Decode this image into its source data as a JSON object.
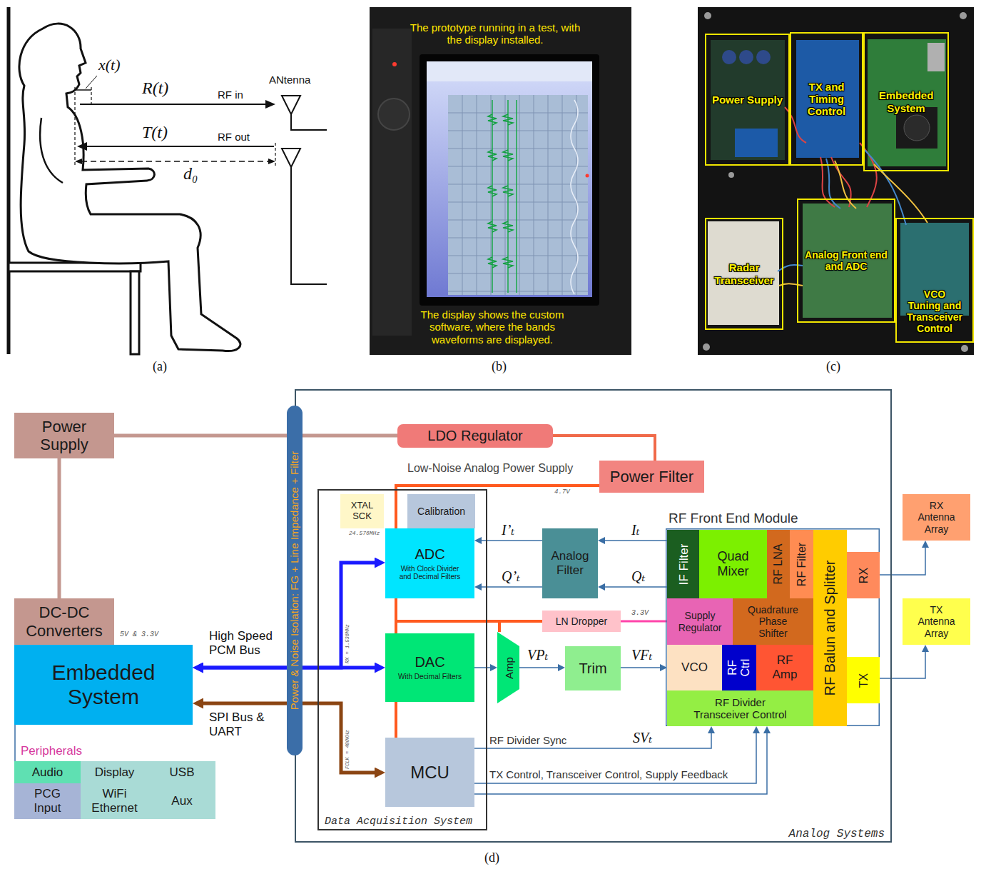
{
  "diagram": {
    "nodes": [
      {
        "text": [
          "Power Supply"
        ]
      },
      {
        "text": [
          "TX and Timing Control"
        ]
      },
      {
        "text": [
          "Embedded System"
        ]
      },
      {
        "text": [
          "Radar Transceiver"
        ]
      },
      {
        "text": [
          "Analog Front end and ADC"
        ]
      },
      {
        "text": [
          "VCO Tuning and Transceiver Control"
        ]
      },
      {
        "text": [
          "Power Supply"
        ]
      },
      {
        "text": [
          "DC-DC Converters"
        ]
      },
      {
        "text": [
          "Embedded System"
        ]
      },
      {
        "text": [
          "Audio"
        ]
      },
      {
        "text": [
          "Display"
        ]
      },
      {
        "text": [
          "USB"
        ]
      },
      {
        "text": [
          "PCG Input"
        ]
      },
      {
        "text": [
          "WiFi Ethernet"
        ]
      },
      {
        "text": [
          "Aux"
        ]
      },
      {
        "text": [
          "Power & Noise Isolation: FG + Line Impedance + Filter"
        ]
      },
      {
        "text": [
          "Analog Systems"
        ]
      },
      {
        "text": [
          "LDO Regulator"
        ],
        "in": 16
      },
      {
        "text": [
          "Power Filter"
        ],
        "in": 16
      },
      {
        "text": [
          "Data Acquisition System"
        ],
        "in": 16
      },
      {
        "text": [
          "XTAL SCK"
        ],
        "in": 19
      },
      {
        "text": [
          "Calibration"
        ],
        "in": 19
      },
      {
        "text": [
          "ADC",
          "With Clock Divider and Decimal Filters"
        ],
        "in": 19
      },
      {
        "text": [
          "DAC",
          "With Decimal Filters"
        ],
        "in": 19
      },
      {
        "text": [
          "MCU"
        ],
        "in": 19
      },
      {
        "text": [
          "Analog Filter"
        ],
        "in": 16
      },
      {
        "text": [
          "LN Dropper"
        ],
        "in": 16
      },
      {
        "text": [
          "Amp"
        ],
        "in": 16
      },
      {
        "text": [
          "Trim"
        ],
        "in": 16
      },
      {
        "text": [
          "RF Front End Module"
        ],
        "in": 16
      },
      {
        "text": [
          "IF Filter"
        ],
        "in": 29
      },
      {
        "text": [
          "Quad Mixer"
        ],
        "in": 29
      },
      {
        "text": [
          "RF LNA"
        ],
        "in": 29
      },
      {
        "text": [
          "RF Filter"
        ],
        "in": 29
      },
      {
        "text": [
          "RF Balun and Splitter"
        ],
        "in": 29
      },
      {
        "text": [
          "RX"
        ],
        "in": 29
      },
      {
        "text": [
          "Supply Regulator"
        ],
        "in": 29
      },
      {
        "text": [
          "Quadrature Phase Shifter"
        ],
        "in": 29
      },
      {
        "text": [
          "VCO"
        ],
        "in": 29
      },
      {
        "text": [
          "RF Ctrl"
        ],
        "in": 29
      },
      {
        "text": [
          "RF Amp"
        ],
        "in": 29
      },
      {
        "text": [
          "RF Divider Transceiver Control"
        ],
        "in": 29
      },
      {
        "text": [
          "TX"
        ],
        "in": 29
      },
      {
        "text": [
          "RX Antenna Array"
        ]
      },
      {
        "text": [
          "TX Antenna Array"
        ]
      }
    ],
    "edges": [
      {
        "from": 6,
        "to": 17,
        "arrow": "none"
      },
      {
        "from": 6,
        "to": 7,
        "arrow": "none"
      },
      {
        "from": 17,
        "to": 18,
        "arrow": "none"
      },
      {
        "from": 18,
        "to": 22,
        "arrow": "none",
        "label": "Low-Noise Analog Power Supply"
      },
      {
        "from": 18,
        "to": 23,
        "arrow": "none"
      },
      {
        "from": 18,
        "to": 24,
        "arrow": "none"
      },
      {
        "from": 18,
        "to": 26,
        "arrow": "none"
      },
      {
        "from": 18,
        "to": 27,
        "arrow": "none"
      },
      {
        "from": 26,
        "to": 36,
        "arrow": "none"
      },
      {
        "from": 8,
        "to": 22,
        "arrow": "both"
      },
      {
        "from": 8,
        "to": 23,
        "arrow": "both",
        "label": "High Speed PCM Bus"
      },
      {
        "from": 8,
        "to": 24,
        "arrow": "both",
        "label": "SPI Bus & UART"
      },
      {
        "from": 30,
        "to": 25,
        "arrow": "to",
        "label": "Iₜ"
      },
      {
        "from": 30,
        "to": 25,
        "arrow": "to",
        "label": "Qₜ"
      },
      {
        "from": 25,
        "to": 22,
        "arrow": "to",
        "label": "I’ₜ"
      },
      {
        "from": 25,
        "to": 22,
        "arrow": "to",
        "label": "Q’ₜ"
      },
      {
        "from": 23,
        "to": 27,
        "arrow": "to"
      },
      {
        "from": 27,
        "to": 28,
        "arrow": "to",
        "label": "VPₜ"
      },
      {
        "from": 28,
        "to": 38,
        "arrow": "to",
        "label": "VFₜ"
      },
      {
        "from": 24,
        "to": 41,
        "arrow": "to",
        "label": "RF Divider Sync"
      },
      {
        "from": 24,
        "to": 41,
        "arrow": "to",
        "label": "TX Control, Transceiver Control, Supply Feedback"
      },
      {
        "from": 24,
        "to": 41,
        "arrow": "to"
      },
      {
        "from": 35,
        "to": 43,
        "arrow": "to"
      },
      {
        "from": 42,
        "to": 44,
        "arrow": "to"
      }
    ],
    "labels": [
      "x(t)",
      "R(t)",
      "RF in",
      "ANtenna",
      "T(t)",
      "RF out",
      "d₀",
      "(a)",
      "The prototype running in a test, with the display installed.",
      "The display shows the custom software, where the bands waveforms are displayed.",
      "(b)",
      "(c)",
      "4.7V",
      "24.576MHz",
      "5V & 3.3V",
      "3.3V",
      "RX = 1.536MHz",
      "FCLK = 480KHz",
      "SVₜ",
      "Peripherals",
      "(d)"
    ]
  }
}
